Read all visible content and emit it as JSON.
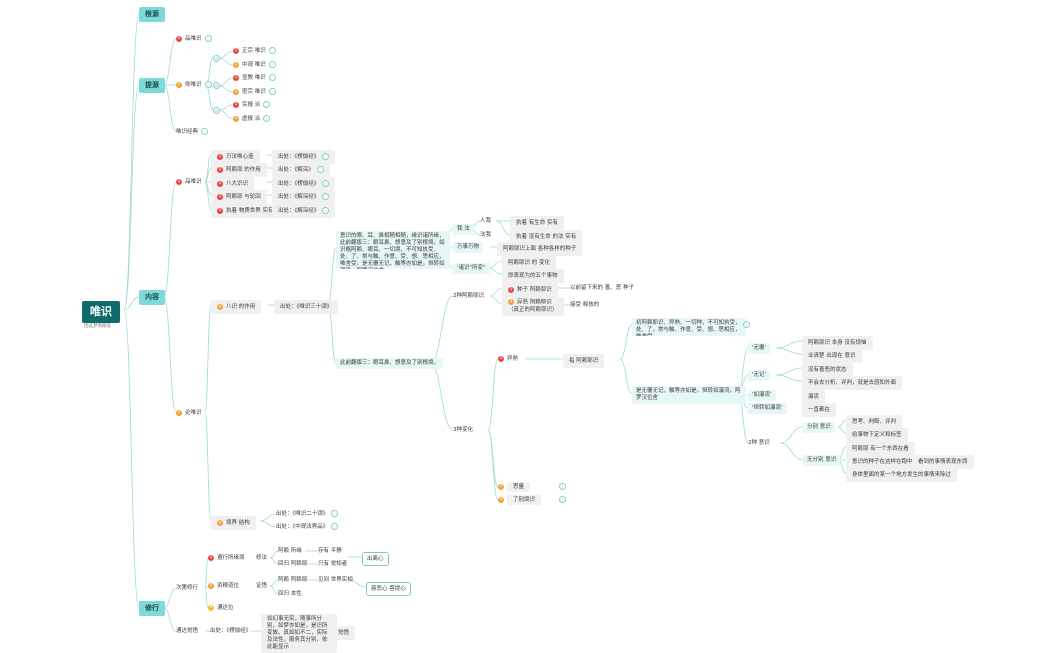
{
  "root": {
    "title": "唯识",
    "subtitle": "因这梦境随笔"
  },
  "sections": {
    "genyuan": "根源",
    "tiyuan": "提源",
    "neirong": "内容",
    "xiuxing": "修行"
  },
  "tiyuan": {
    "pin": "品唯识",
    "you": "你唯识",
    "zhengzong": "正宗 唯识",
    "zhongguan": "中观 唯识",
    "xianjiao": "显教 唯识",
    "mizong": "密宗 唯识",
    "shizheng": "实报 派",
    "xuzheng": "虚报 派",
    "jiyuan": "唯识经典"
  },
  "neirong": {
    "pin": "品唯识",
    "pin_items": [
      {
        "label": "万法唯心造",
        "src": "出处：《楞伽经》"
      },
      {
        "label": "阿赖耶 的作用",
        "src": "出处：《解深》"
      },
      {
        "label": "八大识识",
        "src": "出处：《楞伽经》"
      },
      {
        "label": "阿赖耶 与轮回",
        "src": "出处：《解深经》"
      },
      {
        "label": "执着 物质世界 实有",
        "src": "出处：《解深经》"
      }
    ],
    "you": "论唯识",
    "bashi": "八识 的作用",
    "bashi_src": "出处：《唯识三十颂》",
    "para_long": "意识的眼、耳、鼻相随相随，缘识诸所缘，此前翻版三：眼耳鼻、想意及了别根境。如识略阿赖、眼耳、一切境、不可知执受、处、了、常与触、作意、受、想、思相应，唯舍受。是无覆无记，触等亦如是。恒转如瀑流，阿罗汉位舍",
    "para_short": "此前翻版三：眼耳鼻、想意及了别根境。",
    "ren": "我 法",
    "ren_sub": [
      {
        "label": "人我",
        "desc": "执着 有生命 实有"
      },
      {
        "label": "法我",
        "desc": "执着 没有生命 的法 实有"
      }
    ],
    "wanshi": "万事万物",
    "wanshi_desc": "阿赖耶识上面 各种各样的种子",
    "yiyuan": "'诸识\"所变\"",
    "yiyuan_sub": [
      "阿赖耶识 的 变化",
      "即表现为的五个事物"
    ],
    "shengzhong": "2种阿赖耶识",
    "zhongzi": "种子 阿赖耶识",
    "zhongzi_desc": "以前留下来的 善、恶 种子",
    "yishu": "异熟 阿赖耶识",
    "yishu2": "（真正的阿赖耶识）",
    "yishu_desc": "接受 释放的",
    "sanbian": "3种变化",
    "yishu_b": "异熟",
    "yishu_b_desc": "指 阿赖耶识",
    "a_para": "初阿赖耶识、异熟、一切种，不可知执受，处、了，常与触、作意、受、想、思相应，唯舍受",
    "b_para": "是无覆无记，触等亦如是。恒转如瀑流，阿罗汉位舍",
    "fu": "'无覆'",
    "fu_sub": [
      "阿赖耶识 本身 没有烦恼",
      "业清楚 出现在 意识"
    ],
    "wuji": "'无记'",
    "wuji_sub": [
      "没有善恶的状态",
      "不会去分析、评判，就是去感知外面"
    ],
    "ruliu": "'如瀑流'",
    "ruliu_desc": "瀑流",
    "hengzhuan": "'恒转如瀑流'",
    "hengzhuan_desc": "一直都在",
    "liangzhong": "2种 意识",
    "fenbie": "分别 意识",
    "fenbie_sub": [
      "思考、判断、评判",
      "给事物下定义和标签"
    ],
    "wuzhi": "无分别 意识",
    "wuzhi_sub": [
      "阿赖耶 有一个东西在看",
      "意识的种子在这样在跑中",
      "身体里面的某一个地方发生的事情来除过"
    ],
    "wuzhi_tail": "看到的事情表现东西",
    "siliang": "思量",
    "liaobie": "了别境识",
    "jingjie": "境界 结构",
    "jingjie_src": [
      "出处：《唯识二十颂》",
      "出处：《中观法界品》"
    ]
  },
  "xiuxing": {
    "cidi": "次第修行",
    "items": [
      {
        "label": "遵行所缘境",
        "tag": "修法"
      },
      {
        "label": "资粮道位",
        "tag": "证悟"
      },
      {
        "label": "通达位",
        "tag": ""
      }
    ],
    "r1": [
      "阿赖 所缘",
      "回归 阿赖耶"
    ],
    "r1b": [
      "存有 平静",
      "只有 觉知者"
    ],
    "r1c": "出离心",
    "r2": [
      "阿赖 阿赖耶",
      "回归 本性"
    ],
    "r2b": "见到 世界实相",
    "r2c": "慈悲心 菩提心",
    "jiaoyin": "通达觉悟",
    "jiaoyin_src": "出处：《楞伽经》",
    "poem": "如幻事无实，随事所分别，如梦亦如是，是识所变故。真如如不二，实际及法性，服务其分别，依此能显示",
    "poem_tail": "觉悟"
  }
}
